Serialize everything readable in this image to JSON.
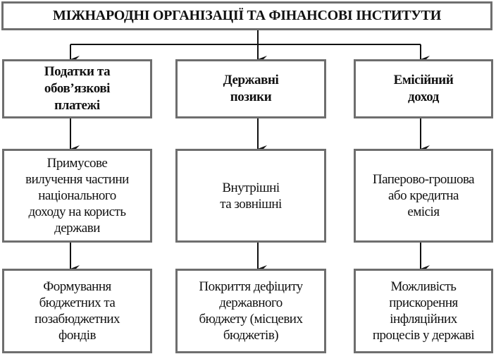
{
  "title": "МІЖНАРОДНІ ОРГАНІЗАЦІЇ ТА ФІНАНСОВІ ІНСТИТУТИ",
  "columns": [
    {
      "header": [
        "Податки та",
        "обов’язкові",
        "платежі"
      ],
      "description": [
        "Примусове",
        "вилучення частини",
        "національного",
        "доходу на користь",
        "держави"
      ],
      "result": [
        "Формування",
        "бюджетних та",
        "позабюджетних",
        "фондів"
      ]
    },
    {
      "header": [
        "Державні",
        "позики"
      ],
      "description": [
        "Внутрішні",
        "та зовнішні"
      ],
      "result": [
        "Покриття дефіциту",
        "державного",
        "бюджету (місцевих",
        "бюджетів)"
      ]
    },
    {
      "header": [
        "Емісійний",
        "доход"
      ],
      "description": [
        "Паперово-грошова",
        "або кредитна",
        "емісія"
      ],
      "result": [
        "Можливість",
        "прискорення",
        "інфляційних",
        "процесів у державі"
      ]
    }
  ]
}
